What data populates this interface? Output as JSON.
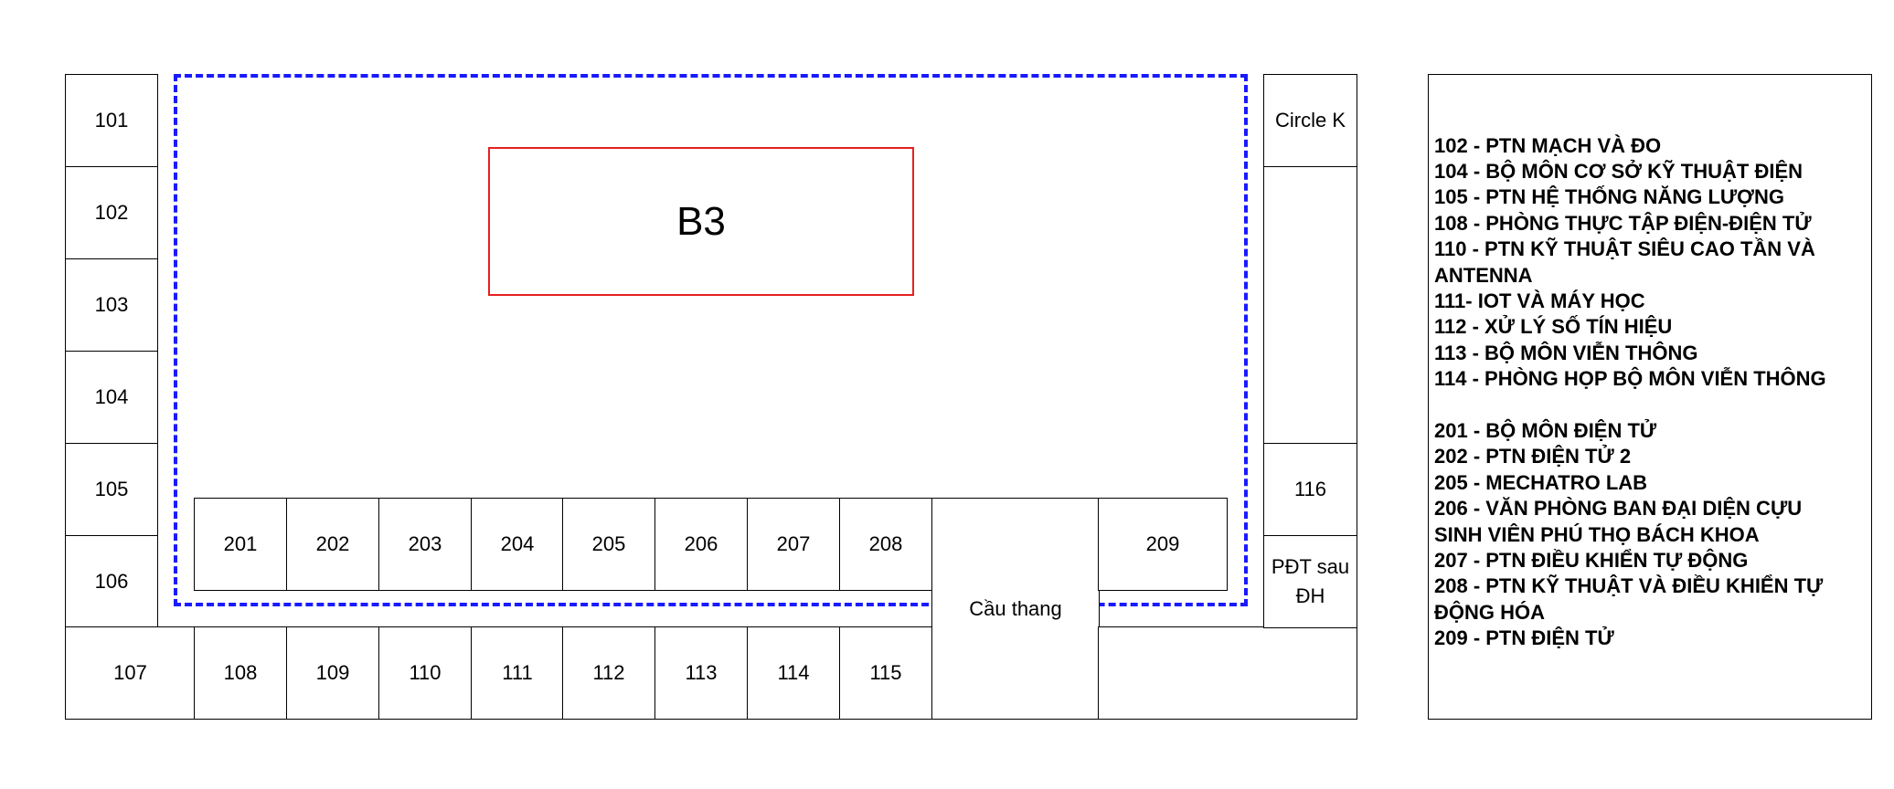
{
  "rooms": {
    "r101": "101",
    "r102": "102",
    "r103": "103",
    "r104": "104",
    "r105": "105",
    "r106": "106",
    "r107": "107",
    "r108": "108",
    "r109": "109",
    "r110": "110",
    "r111": "111",
    "r112": "112",
    "r113": "113",
    "r114": "114",
    "r115": "115",
    "r116": "116",
    "r201": "201",
    "r202": "202",
    "r203": "203",
    "r204": "204",
    "r205": "205",
    "r206": "206",
    "r207": "207",
    "r208": "208",
    "r209": "209",
    "circle_k": "Circle K",
    "pdt_line1": "PĐT sau",
    "pdt_line2": "ĐH",
    "stairs": "Cầu thang"
  },
  "building": {
    "label": "B3"
  },
  "legend": [
    "102 - PTN MẠCH VÀ ĐO",
    "104 - BỘ  MÔN CƠ SỞ KỸ THUẬT ĐIỆN",
    "105 - PTN HỆ THỐNG NĂNG LƯỢNG",
    "108 - PHÒNG THỰC TẬP ĐIỆN-ĐIỆN TỬ",
    "110 - PTN KỸ THUẬT SIÊU CAO TẦN VÀ",
    "ANTENNA",
    "111- IOT VÀ MÁY HỌC",
    "112 - XỬ LÝ SỐ TÍN HIỆU",
    "113 - BỘ MÔN VIỄN THÔNG",
    "114 - PHÒNG HỌP  BỘ MÔN VIỄN THÔNG",
    "",
    "201 - BỘ MÔN ĐIỆN TỬ",
    "202 - PTN ĐIỆN TỬ 2",
    "205 - MECHATRO LAB",
    "206 - VĂN PHÒNG BAN ĐẠI DIỆN CỰU",
    "SINH VIÊN PHÚ THỌ BÁCH KHOA",
    "207 - PTN ĐIỀU KHIỂN TỰ ĐỘNG",
    "208 - PTN KỸ THUẬT VÀ ĐIỀU KHIỂN TỰ",
    "ĐỘNG HÓA",
    "209 - PTN ĐIỆN TỬ"
  ]
}
